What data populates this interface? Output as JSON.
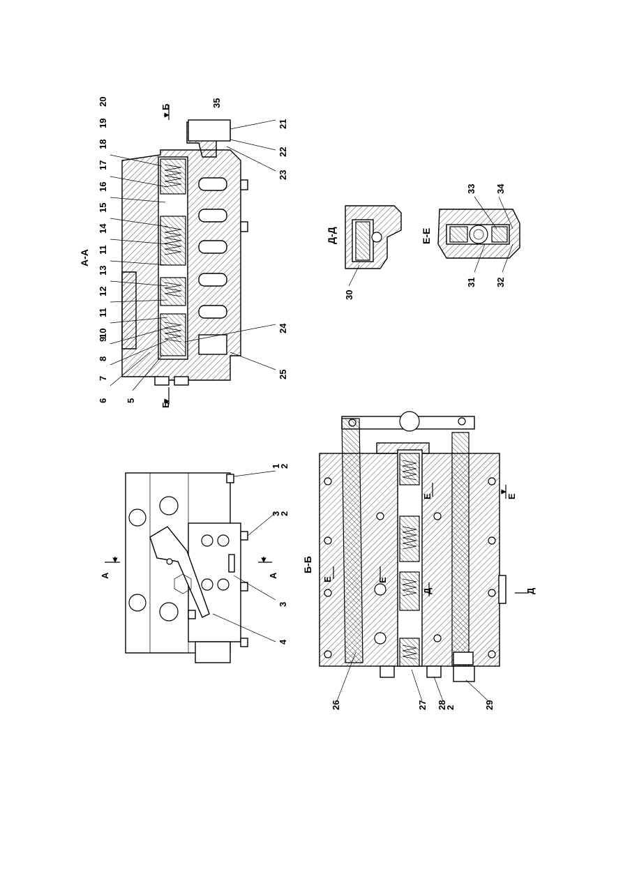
{
  "sections": {
    "aa": "А-А",
    "bb": "Б-Б",
    "dd": "Д-Д",
    "ee": "Е-Е"
  },
  "cut_marks": {
    "a": "А",
    "b": "Б",
    "d": "Д",
    "e": "Е"
  },
  "callouts": {
    "p1": "1",
    "p2": "2",
    "p3": "3",
    "p4": "4",
    "p5": "5",
    "p6": "6",
    "p7": "7",
    "p8": "8",
    "p9": "9",
    "p10": "10",
    "p11": "11",
    "p12": "12",
    "p13": "13",
    "p14": "14",
    "p15": "15",
    "p16": "16",
    "p17": "17",
    "p18": "18",
    "p19": "19",
    "p20": "20",
    "p21": "21",
    "p22": "22",
    "p23": "23",
    "p24": "24",
    "p25": "25",
    "p26": "26",
    "p27": "27",
    "p28": "28",
    "p29": "29",
    "p30": "30",
    "p31": "31",
    "p32": "32",
    "p33": "33",
    "p34": "34",
    "p35": "35"
  }
}
